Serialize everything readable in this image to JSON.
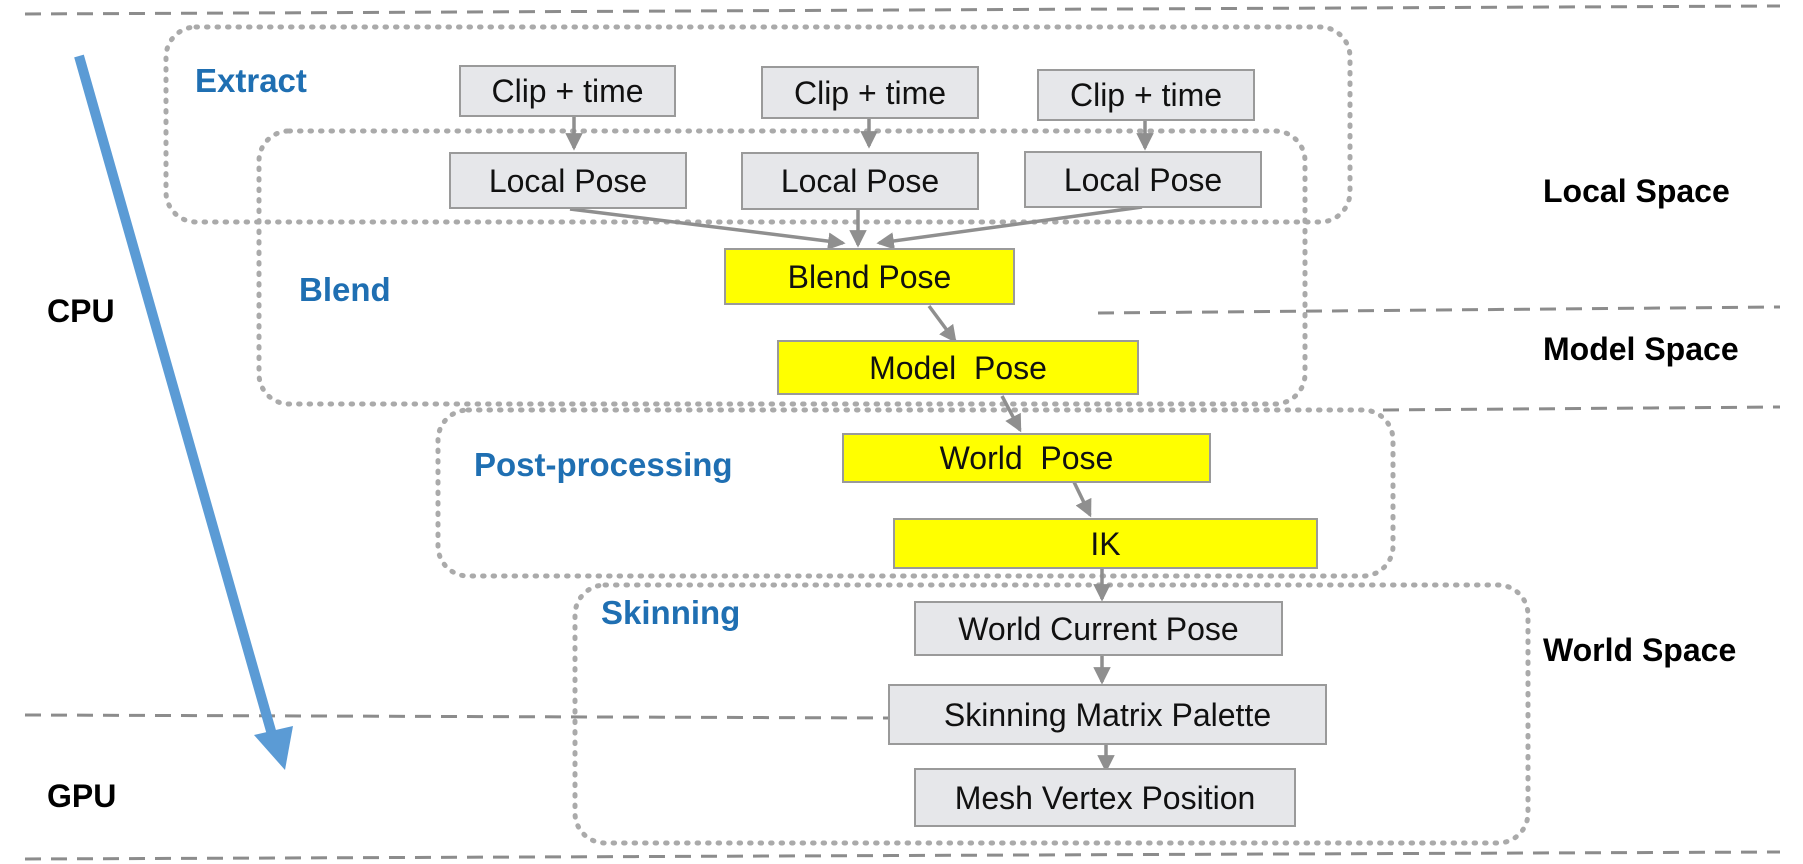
{
  "diagram": {
    "groups": {
      "extract": "Extract",
      "blend": "Blend",
      "post_processing": "Post-processing",
      "skinning": "Skinning"
    },
    "processors": {
      "cpu": "CPU",
      "gpu": "GPU"
    },
    "spaces": {
      "local": "Local Space",
      "model": "Model Space",
      "world": "World Space"
    },
    "nodes": {
      "clip_time_1": "Clip + time",
      "clip_time_2": "Clip + time",
      "clip_time_3": "Clip + time",
      "local_pose_1": "Local Pose",
      "local_pose_2": "Local Pose",
      "local_pose_3": "Local Pose",
      "blend_pose": "Blend Pose",
      "model_pose": "Model  Pose",
      "world_pose": "World  Pose",
      "ik": "IK",
      "world_current_pose": "World Current Pose",
      "skinning_matrix_palette": "Skinning Matrix Palette",
      "mesh_vertex_position": "Mesh Vertex Position"
    },
    "colors": {
      "label_blue": "#1f6fb2",
      "arrow_blue": "#5b9bd5",
      "node_gray": "#e6e7ea",
      "node_yellow": "#ffff00",
      "dotted_border": "#aaaaaa",
      "dashed_line": "#8c8c8c",
      "connector_gray": "#8f8f8f"
    }
  }
}
